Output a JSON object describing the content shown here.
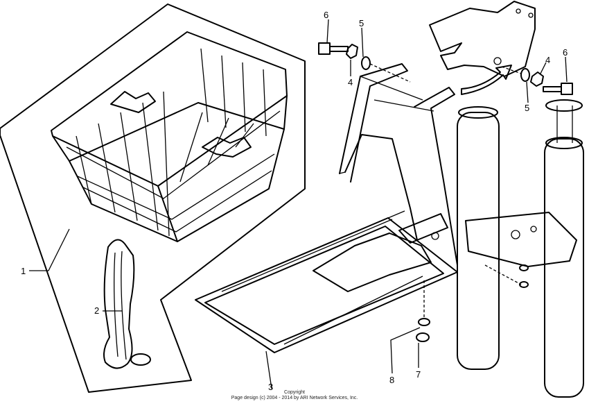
{
  "callouts": {
    "c1": "1",
    "c2": "2",
    "c3": "3",
    "c4a": "4",
    "c4b": "4",
    "c5a": "5",
    "c5b": "5",
    "c6a": "6",
    "c6b": "6",
    "c7": "7",
    "c8": "8"
  },
  "copyright": {
    "line1": "Copyright",
    "line2": "Page design (c) 2004 - 2014 by ARI Network Services, Inc."
  }
}
